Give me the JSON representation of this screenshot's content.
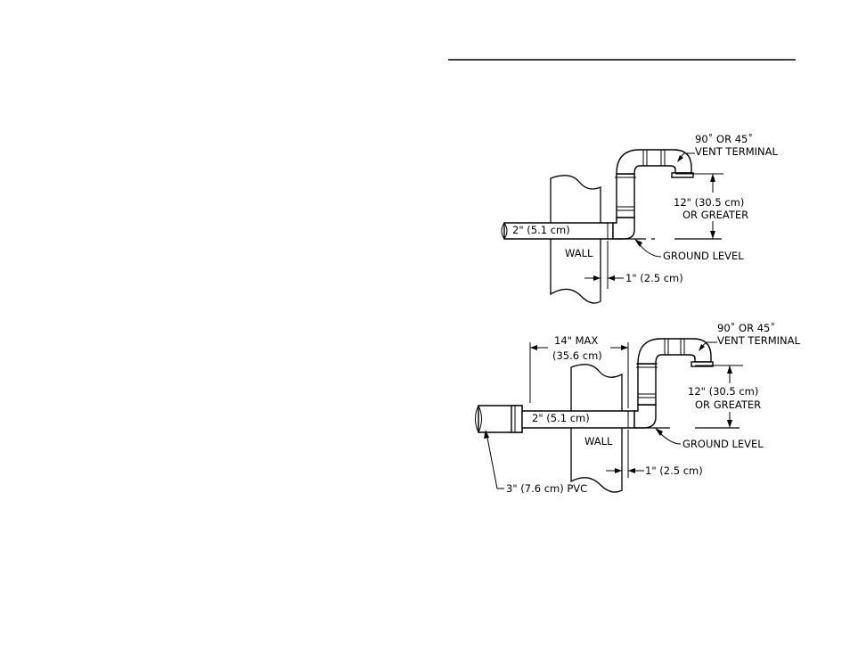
{
  "diagram_top": {
    "vent_terminal_label_1": "90˚ OR 45˚",
    "vent_terminal_label_2": "VENT TERMINAL",
    "height_label_1": "12\" (30.5 cm)",
    "height_label_2": "OR GREATER",
    "pipe_size_label": "2\" (5.1 cm)",
    "ground_label": "GROUND LEVEL",
    "wall_label": "WALL",
    "clearance_label": "1\" (2.5 cm)"
  },
  "diagram_bottom": {
    "vent_terminal_label_1": "90˚ OR 45˚",
    "vent_terminal_label_2": "VENT TERMINAL",
    "max_label_1": "14\" MAX",
    "max_label_2": "(35.6 cm)",
    "height_label_1": "12\" (30.5 cm)",
    "height_label_2": "OR GREATER",
    "pipe_size_label": "2\" (5.1 cm)",
    "wall_label": "WALL",
    "ground_label": "GROUND LEVEL",
    "clearance_label": "1\" (2.5 cm)",
    "pvc_label": "3\" (7.6 cm) PVC"
  }
}
